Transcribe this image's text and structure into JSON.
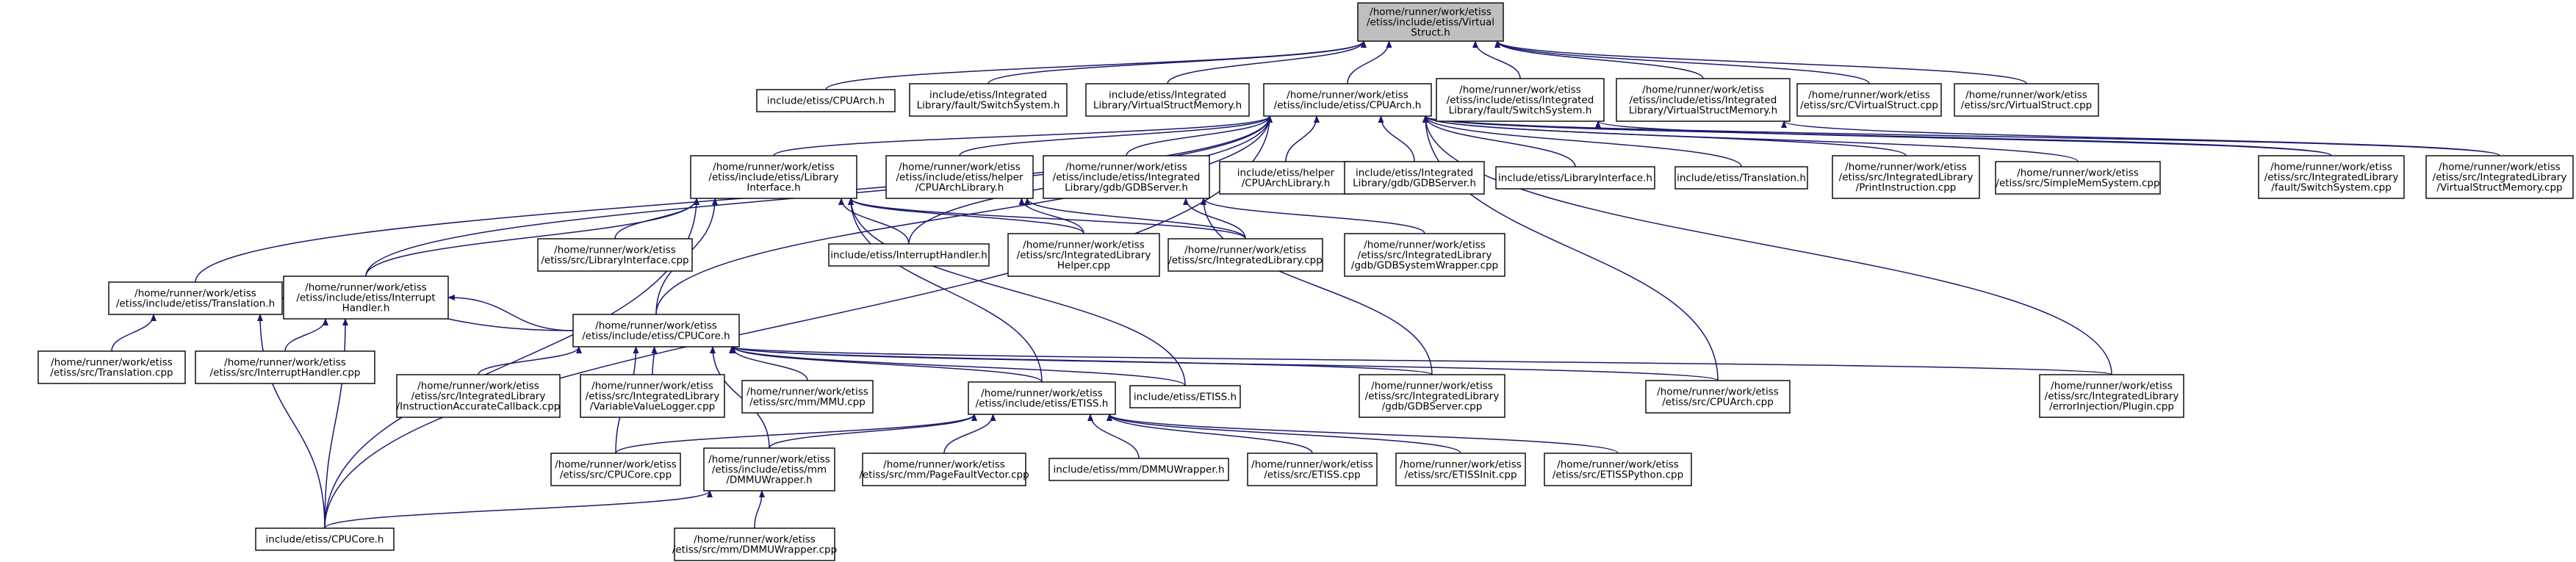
{
  "colors": {
    "node_fill": "#ffffff",
    "root_fill": "#bfbfbf",
    "node_border": "#000000",
    "edge": "#191970",
    "text": "#000000"
  },
  "nodes": [
    {
      "id": "root",
      "lines": [
        "/home/runner/work/etiss",
        "/etiss/include/etiss/Virtual",
        "Struct.h"
      ]
    },
    {
      "id": "n_inc_cpuarch",
      "lines": [
        "include/etiss/CPUArch.h"
      ]
    },
    {
      "id": "n_inc_il_fault",
      "lines": [
        "include/etiss/Integrated",
        "Library/fault/SwitchSystem.h"
      ]
    },
    {
      "id": "n_inc_il_vsm",
      "lines": [
        "include/etiss/Integrated",
        "Library/VirtualStructMemory.h"
      ]
    },
    {
      "id": "n_cpuarch_h",
      "lines": [
        "/home/runner/work/etiss",
        "/etiss/include/etiss/CPUArch.h"
      ]
    },
    {
      "id": "n_full_il_fault",
      "lines": [
        "/home/runner/work/etiss",
        "/etiss/include/etiss/Integrated",
        "Library/fault/SwitchSystem.h"
      ]
    },
    {
      "id": "n_full_il_vsm",
      "lines": [
        "/home/runner/work/etiss",
        "/etiss/include/etiss/Integrated",
        "Library/VirtualStructMemory.h"
      ]
    },
    {
      "id": "n_cvstruct_cpp",
      "lines": [
        "/home/runner/work/etiss",
        "/etiss/src/CVirtualStruct.cpp"
      ]
    },
    {
      "id": "n_vstruct_cpp",
      "lines": [
        "/home/runner/work/etiss",
        "/etiss/src/VirtualStruct.cpp"
      ]
    },
    {
      "id": "n_translation_h",
      "lines": [
        "/home/runner/work/etiss",
        "/etiss/include/etiss/Translation.h"
      ]
    },
    {
      "id": "n_interrupt_h",
      "lines": [
        "/home/runner/work/etiss",
        "/etiss/include/etiss/Interrupt",
        "Handler.h"
      ]
    },
    {
      "id": "n_libiface_h",
      "lines": [
        "/home/runner/work/etiss",
        "/etiss/include/etiss/Library",
        "Interface.h"
      ]
    },
    {
      "id": "n_helper_h",
      "lines": [
        "/home/runner/work/etiss",
        "/etiss/include/etiss/helper",
        "/CPUArchLibrary.h"
      ]
    },
    {
      "id": "n_gdbserver_h",
      "lines": [
        "/home/runner/work/etiss",
        "/etiss/include/etiss/Integrated",
        "Library/gdb/GDBServer.h"
      ]
    },
    {
      "id": "n_inc_helper",
      "lines": [
        "include/etiss/helper",
        "/CPUArchLibrary.h"
      ]
    },
    {
      "id": "n_inc_gdb",
      "lines": [
        "include/etiss/Integrated",
        "Library/gdb/GDBServer.h"
      ]
    },
    {
      "id": "n_inc_libiface",
      "lines": [
        "include/etiss/LibraryInterface.h"
      ]
    },
    {
      "id": "n_inc_translation",
      "lines": [
        "include/etiss/Translation.h"
      ]
    },
    {
      "id": "n_print_cpp",
      "lines": [
        "/home/runner/work/etiss",
        "/etiss/src/IntegratedLibrary",
        "/PrintInstruction.cpp"
      ]
    },
    {
      "id": "n_simplemem_cpp",
      "lines": [
        "/home/runner/work/etiss",
        "/etiss/src/SimpleMemSystem.cpp"
      ]
    },
    {
      "id": "n_il_fault_cpp",
      "lines": [
        "/home/runner/work/etiss",
        "/etiss/src/IntegratedLibrary",
        "/fault/SwitchSystem.cpp"
      ]
    },
    {
      "id": "n_il_vsm_cpp",
      "lines": [
        "/home/runner/work/etiss",
        "/etiss/src/IntegratedLibrary",
        "/VirtualStructMemory.cpp"
      ]
    },
    {
      "id": "n_inc_interrupt",
      "lines": [
        "include/etiss/InterruptHandler.h"
      ]
    },
    {
      "id": "n_il_helper_cpp",
      "lines": [
        "/home/runner/work/etiss",
        "/etiss/src/IntegratedLibrary",
        "Helper.cpp"
      ]
    },
    {
      "id": "n_libiface_cpp",
      "lines": [
        "/home/runner/work/etiss",
        "/etiss/src/LibraryInterface.cpp"
      ]
    },
    {
      "id": "n_il_cpp",
      "lines": [
        "/home/runner/work/etiss",
        "/etiss/src/IntegratedLibrary.cpp"
      ]
    },
    {
      "id": "n_gdbwrap_cpp",
      "lines": [
        "/home/runner/work/etiss",
        "/etiss/src/IntegratedLibrary",
        "/gdb/GDBSystemWrapper.cpp"
      ]
    },
    {
      "id": "n_translation_cpp",
      "lines": [
        "/home/runner/work/etiss",
        "/etiss/src/Translation.cpp"
      ]
    },
    {
      "id": "n_interrupt_cpp",
      "lines": [
        "/home/runner/work/etiss",
        "/etiss/src/InterruptHandler.cpp"
      ]
    },
    {
      "id": "n_cpucore_h",
      "lines": [
        "/home/runner/work/etiss",
        "/etiss/include/etiss/CPUCore.h"
      ]
    },
    {
      "id": "n_iac_cpp",
      "lines": [
        "/home/runner/work/etiss",
        "/etiss/src/IntegratedLibrary",
        "/InstructionAccurateCallback.cpp"
      ]
    },
    {
      "id": "n_vvl_cpp",
      "lines": [
        "/home/runner/work/etiss",
        "/etiss/src/IntegratedLibrary",
        "/VariableValueLogger.cpp"
      ]
    },
    {
      "id": "n_mmu_cpp",
      "lines": [
        "/home/runner/work/etiss",
        "/etiss/src/mm/MMU.cpp"
      ]
    },
    {
      "id": "n_etiss_h",
      "lines": [
        "/home/runner/work/etiss",
        "/etiss/include/etiss/ETISS.h"
      ]
    },
    {
      "id": "n_inc_etiss",
      "lines": [
        "include/etiss/ETISS.h"
      ]
    },
    {
      "id": "n_gdbserver_cpp",
      "lines": [
        "/home/runner/work/etiss",
        "/etiss/src/IntegratedLibrary",
        "/gdb/GDBServer.cpp"
      ]
    },
    {
      "id": "n_cpuarch_cpp",
      "lines": [
        "/home/runner/work/etiss",
        "/etiss/src/CPUArch.cpp"
      ]
    },
    {
      "id": "n_errinj_cpp",
      "lines": [
        "/home/runner/work/etiss",
        "/etiss/src/IntegratedLibrary",
        "/errorInjection/Plugin.cpp"
      ]
    },
    {
      "id": "n_cpucore_cpp",
      "lines": [
        "/home/runner/work/etiss",
        "/etiss/src/CPUCore.cpp"
      ]
    },
    {
      "id": "n_dmmu_h",
      "lines": [
        "/home/runner/work/etiss",
        "/etiss/include/etiss/mm",
        "/DMMUWrapper.h"
      ]
    },
    {
      "id": "n_pfv_cpp",
      "lines": [
        "/home/runner/work/etiss",
        "/etiss/src/mm/PageFaultVector.cpp"
      ]
    },
    {
      "id": "n_inc_dmmu",
      "lines": [
        "include/etiss/mm/DMMUWrapper.h"
      ]
    },
    {
      "id": "n_etiss_cpp",
      "lines": [
        "/home/runner/work/etiss",
        "/etiss/src/ETISS.cpp"
      ]
    },
    {
      "id": "n_etissinit_cpp",
      "lines": [
        "/home/runner/work/etiss",
        "/etiss/src/ETISSInit.cpp"
      ]
    },
    {
      "id": "n_etisspy_cpp",
      "lines": [
        "/home/runner/work/etiss",
        "/etiss/src/ETISSPython.cpp"
      ]
    },
    {
      "id": "n_inc_cpucore",
      "lines": [
        "include/etiss/CPUCore.h"
      ]
    },
    {
      "id": "n_dmmu_cpp",
      "lines": [
        "/home/runner/work/etiss",
        "/etiss/src/mm/DMMUWrapper.cpp"
      ]
    }
  ],
  "edges": [
    [
      "n_inc_cpuarch",
      "root"
    ],
    [
      "n_inc_il_fault",
      "root"
    ],
    [
      "n_inc_il_vsm",
      "root"
    ],
    [
      "n_cpuarch_h",
      "root"
    ],
    [
      "n_full_il_fault",
      "root"
    ],
    [
      "n_full_il_vsm",
      "root"
    ],
    [
      "n_cvstruct_cpp",
      "root"
    ],
    [
      "n_vstruct_cpp",
      "root"
    ],
    [
      "n_translation_h",
      "n_cpuarch_h"
    ],
    [
      "n_interrupt_h",
      "n_cpuarch_h"
    ],
    [
      "n_libiface_h",
      "n_cpuarch_h"
    ],
    [
      "n_helper_h",
      "n_cpuarch_h"
    ],
    [
      "n_gdbserver_h",
      "n_cpuarch_h"
    ],
    [
      "n_inc_helper",
      "n_cpuarch_h"
    ],
    [
      "n_inc_gdb",
      "n_cpuarch_h"
    ],
    [
      "n_inc_libiface",
      "n_cpuarch_h"
    ],
    [
      "n_inc_translation",
      "n_cpuarch_h"
    ],
    [
      "n_print_cpp",
      "n_cpuarch_h"
    ],
    [
      "n_simplemem_cpp",
      "n_cpuarch_h"
    ],
    [
      "n_il_fault_cpp",
      "n_cpuarch_h"
    ],
    [
      "n_il_vsm_cpp",
      "n_cpuarch_h"
    ],
    [
      "n_inc_interrupt",
      "n_cpuarch_h"
    ],
    [
      "n_cpucore_h",
      "n_cpuarch_h"
    ],
    [
      "n_inc_cpucore",
      "n_cpuarch_h"
    ],
    [
      "n_cpuarch_cpp",
      "n_cpuarch_h"
    ],
    [
      "n_errinj_cpp",
      "n_cpuarch_h"
    ],
    [
      "n_il_fault_cpp",
      "n_full_il_fault"
    ],
    [
      "n_il_vsm_cpp",
      "n_full_il_vsm"
    ],
    [
      "n_translation_cpp",
      "n_translation_h"
    ],
    [
      "n_cpucore_h",
      "n_translation_h"
    ],
    [
      "n_inc_cpucore",
      "n_translation_h"
    ],
    [
      "n_interrupt_cpp",
      "n_interrupt_h"
    ],
    [
      "n_cpucore_h",
      "n_interrupt_h"
    ],
    [
      "n_inc_cpucore",
      "n_interrupt_h"
    ],
    [
      "n_interrupt_h",
      "n_libiface_h"
    ],
    [
      "n_inc_interrupt",
      "n_libiface_h"
    ],
    [
      "n_il_helper_cpp",
      "n_libiface_h"
    ],
    [
      "n_libiface_cpp",
      "n_libiface_h"
    ],
    [
      "n_il_cpp",
      "n_libiface_h"
    ],
    [
      "n_cpucore_h",
      "n_libiface_h"
    ],
    [
      "n_etiss_h",
      "n_libiface_h"
    ],
    [
      "n_inc_etiss",
      "n_libiface_h"
    ],
    [
      "n_inc_cpucore",
      "n_libiface_h"
    ],
    [
      "n_il_helper_cpp",
      "n_helper_h"
    ],
    [
      "n_il_cpp",
      "n_helper_h"
    ],
    [
      "n_il_cpp",
      "n_gdbserver_h"
    ],
    [
      "n_gdbwrap_cpp",
      "n_gdbserver_h"
    ],
    [
      "n_gdbserver_cpp",
      "n_gdbserver_h"
    ],
    [
      "n_iac_cpp",
      "n_cpucore_h"
    ],
    [
      "n_vvl_cpp",
      "n_cpucore_h"
    ],
    [
      "n_mmu_cpp",
      "n_cpucore_h"
    ],
    [
      "n_etiss_h",
      "n_cpucore_h"
    ],
    [
      "n_inc_etiss",
      "n_cpucore_h"
    ],
    [
      "n_gdbserver_cpp",
      "n_cpucore_h"
    ],
    [
      "n_cpuarch_cpp",
      "n_cpucore_h"
    ],
    [
      "n_errinj_cpp",
      "n_cpucore_h"
    ],
    [
      "n_cpucore_cpp",
      "n_cpucore_h"
    ],
    [
      "n_dmmu_h",
      "n_cpucore_h"
    ],
    [
      "n_cpucore_cpp",
      "n_etiss_h"
    ],
    [
      "n_dmmu_h",
      "n_etiss_h"
    ],
    [
      "n_pfv_cpp",
      "n_etiss_h"
    ],
    [
      "n_inc_dmmu",
      "n_etiss_h"
    ],
    [
      "n_etiss_cpp",
      "n_etiss_h"
    ],
    [
      "n_etissinit_cpp",
      "n_etiss_h"
    ],
    [
      "n_etisspy_cpp",
      "n_etiss_h"
    ],
    [
      "n_inc_cpucore",
      "n_dmmu_h"
    ],
    [
      "n_dmmu_cpp",
      "n_dmmu_h"
    ]
  ]
}
